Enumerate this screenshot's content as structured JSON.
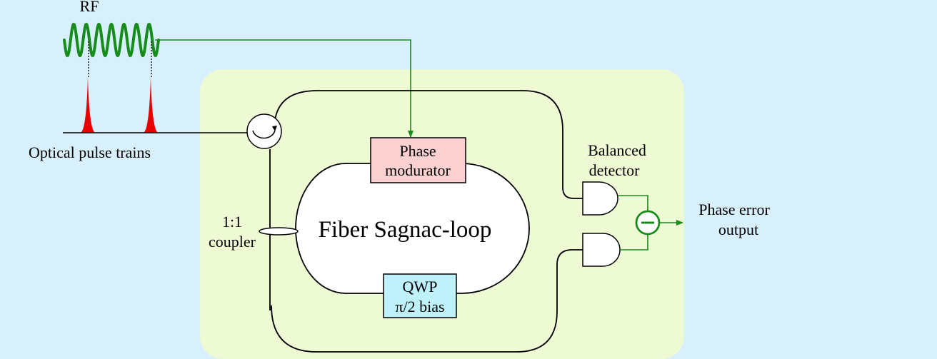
{
  "labels": {
    "rf": "RF",
    "optical_pulse_trains": "Optical pulse trains",
    "phase_modulator_line1": "Phase",
    "phase_modulator_line2": "modurator",
    "balanced_detector_line1": "Balanced",
    "balanced_detector_line2": "detector",
    "phase_error_output_line1": "Phase error",
    "phase_error_output_line2": "output",
    "coupler_line1": "1:1",
    "coupler_line2": "coupler",
    "fiber_loop": "Fiber Sagnac-loop",
    "qwp_line1": "QWP",
    "qwp_line2": "π/2 bias"
  },
  "colors": {
    "background": "#d7f0fc",
    "panel": "#eefad4",
    "rf_wave": "#178c1a",
    "pulse": "#e60000",
    "phase_modulator_fill": "#fbd0d0",
    "qwp_fill": "#bff1fb",
    "subtractor": "#178c1a"
  }
}
